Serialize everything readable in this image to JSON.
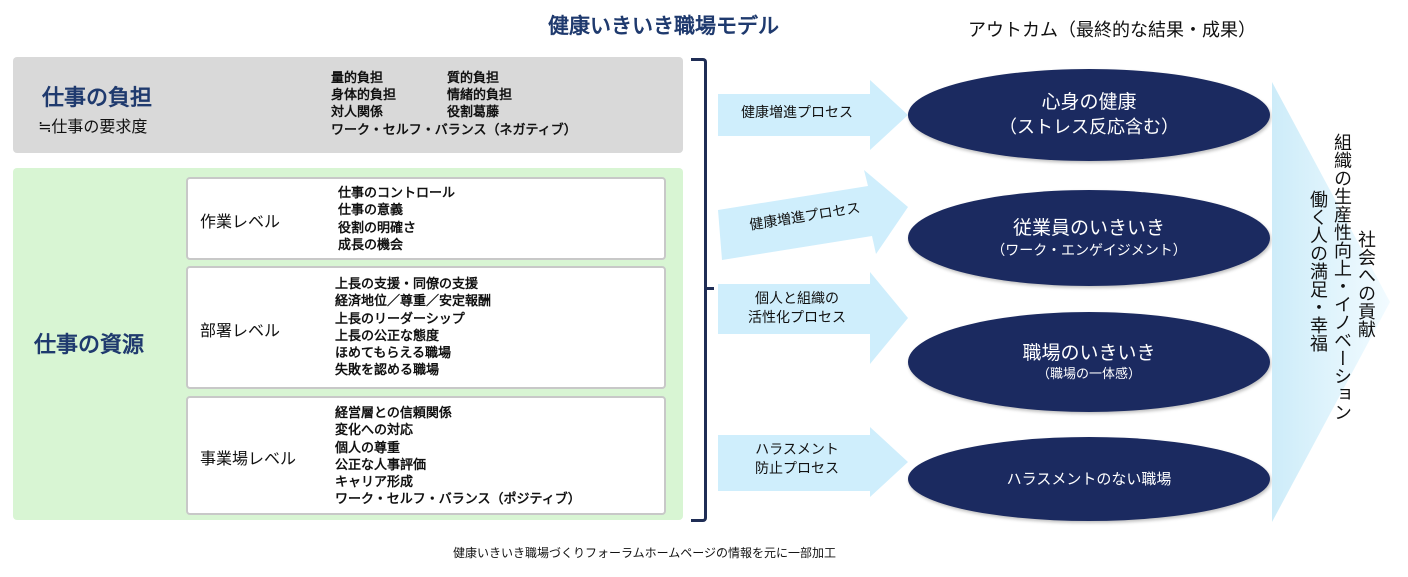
{
  "title": "健康いきいき職場モデル",
  "outcome_header": "アウトカム（最終的な結果・成果）",
  "demands": {
    "title": "仕事の負担",
    "subtitle": "≒仕事の要求度",
    "col1": [
      "量的負担",
      "身体的負担",
      "対人関係",
      "ワーク・セルフ・バランス（ネガティブ）"
    ],
    "col2": [
      "質的負担",
      "情緒的負担",
      "役割葛藤"
    ]
  },
  "resources": {
    "title": "仕事の資源",
    "levels": [
      {
        "label": "作業レベル",
        "items": [
          "仕事のコントロール",
          "仕事の意義",
          "役割の明確さ",
          "成長の機会"
        ]
      },
      {
        "label": "部署レベル",
        "items": [
          "上長の支援・同僚の支援",
          "経済地位／尊重／安定報酬",
          "上長のリーダーシップ",
          "上長の公正な態度",
          "ほめてもらえる職場",
          "失敗を認める職場"
        ]
      },
      {
        "label": "事業場レベル",
        "items": [
          "経営層との信頼関係",
          "変化への対応",
          "個人の尊重",
          "公正な人事評価",
          "キャリア形成",
          "ワーク・セルフ・バランス（ポジティブ）"
        ]
      }
    ]
  },
  "processes": [
    {
      "line1": "健康増進プロセス",
      "line2": ""
    },
    {
      "line1": "健康増進プロセス",
      "line2": ""
    },
    {
      "line1": "個人と組織の",
      "line2": "活性化プロセス"
    },
    {
      "line1": "ハラスメント",
      "line2": "防止プロセス"
    }
  ],
  "outcomes": [
    {
      "main": "心身の健康",
      "sub": "（ストレス反応含む）"
    },
    {
      "main": "従業員のいきいき",
      "sub": "（ワーク・エンゲイジメント）"
    },
    {
      "main": "職場のいきいき",
      "sub": "（職場の一体感）"
    },
    {
      "main": "ハラスメントのない職場",
      "sub": ""
    }
  ],
  "final_outcome": {
    "col1": "社会への貢献",
    "col2": "組織の生産性向上・イノベーション",
    "col3": "働く人の満足・幸福"
  },
  "footnote": "健康いきいき職場づくりフォーラムホームページの情報を元に一部加工",
  "colors": {
    "navy": "#1b2a60",
    "title_blue": "#1f3a6e",
    "demands_gray": "#d9d9d9",
    "resources_green": "#d8f5d3",
    "arrow_blue": "#cfeefc"
  }
}
